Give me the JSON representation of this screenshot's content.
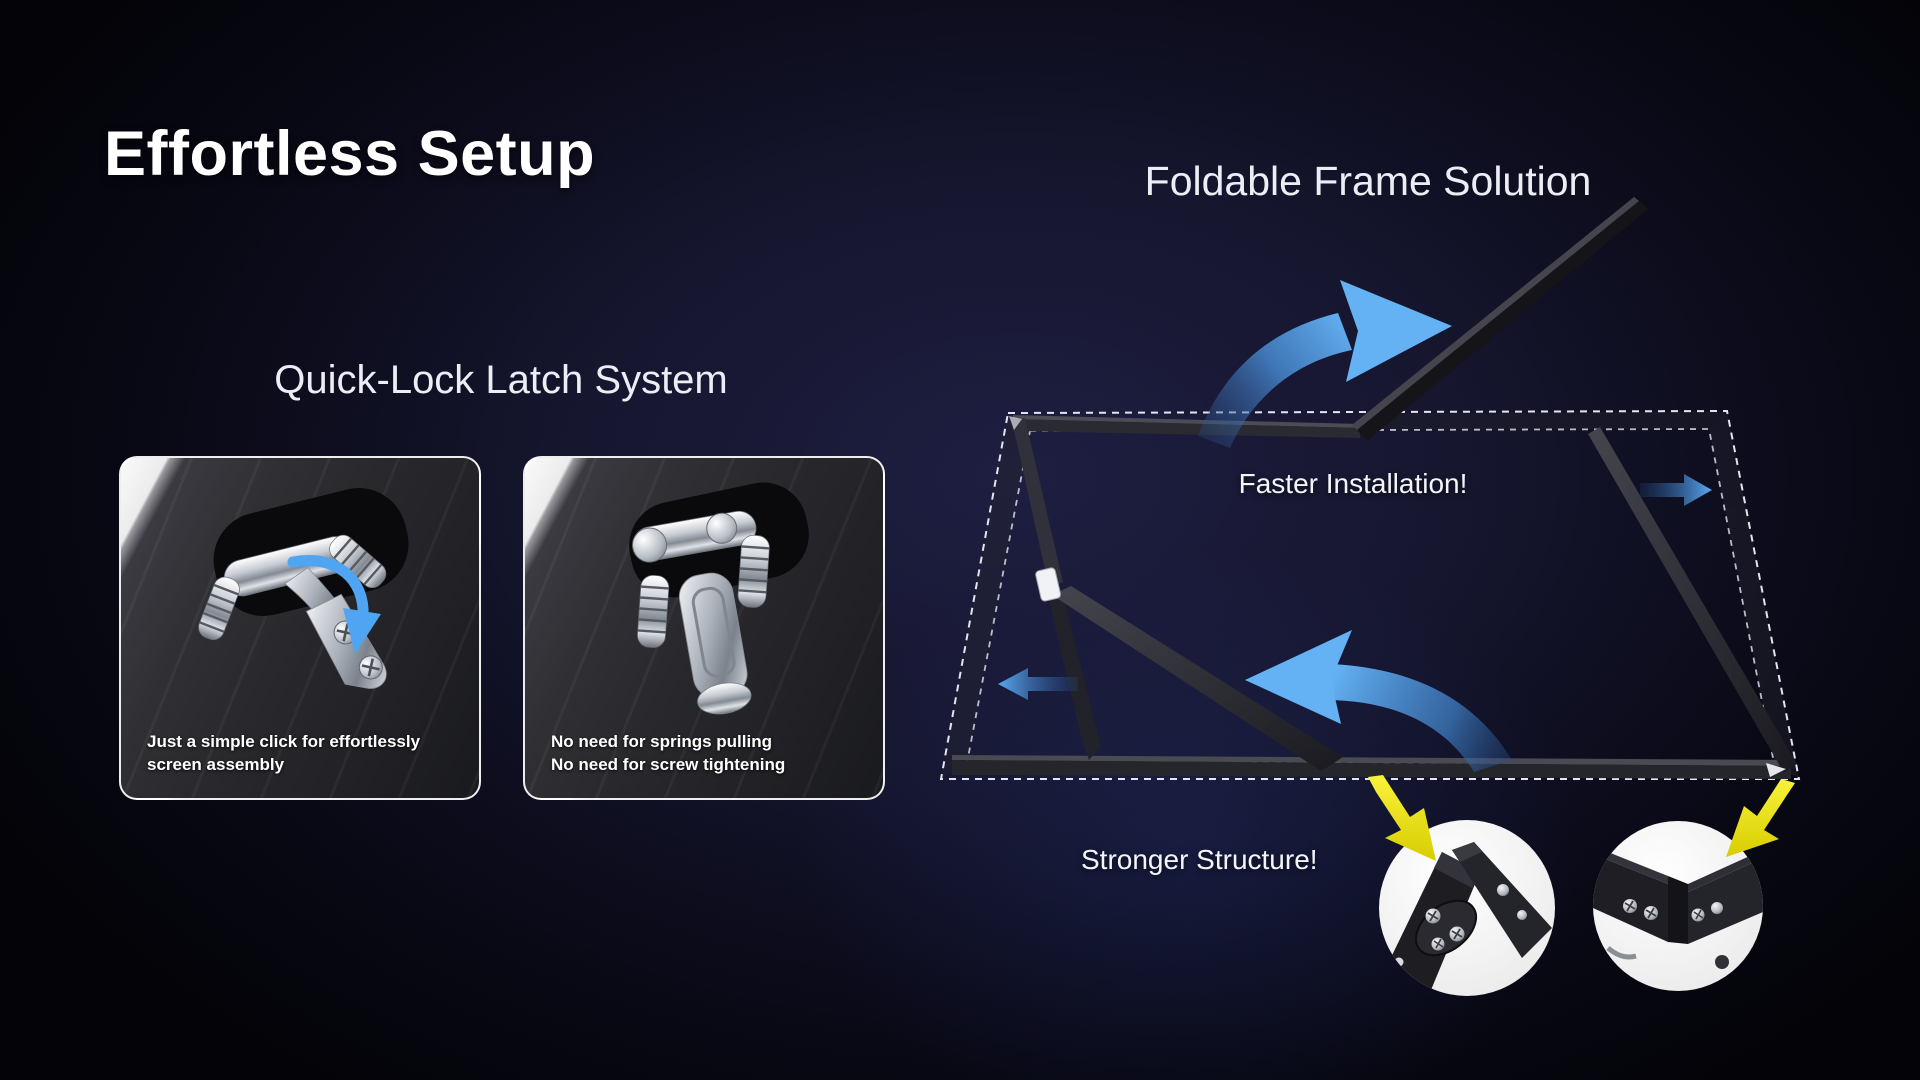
{
  "titles": {
    "main": "Effortless Setup"
  },
  "latch_section": {
    "heading": "Quick-Lock Latch System",
    "cards": [
      {
        "id": "latch-open",
        "caption_lines": [
          "Just a simple click for effortlessly",
          "screen assembly"
        ]
      },
      {
        "id": "latch-closed",
        "caption_lines": [
          "No need for springs pulling",
          "No need for screw tightening"
        ]
      }
    ]
  },
  "frame_section": {
    "heading": "Foldable Frame Solution",
    "faster_label": "Faster Installation!",
    "stronger_label": "Stronger Structure!"
  },
  "icons": {
    "curved_arrow_unfold_up": "blue curved arrow showing top bar unfolding up-right",
    "curved_arrow_unfold_left": "blue curved arrow showing diagonal bar swinging left",
    "small_arrow_left": "blue arrow pointing left to dashed frame edge",
    "small_arrow_right": "blue arrow pointing right to dashed frame edge",
    "yellow_arrow_left": "yellow callout arrow to left corner-joint photo",
    "yellow_arrow_right": "yellow callout arrow to right corner-joint photo",
    "click_arrow": "blue curved arrow showing latch click motion"
  },
  "colors": {
    "accent_blue": "#5aa9f2",
    "accent_yellow": "#f2e71c",
    "background_navy": "#1e1e42",
    "card_border": "#ffffff",
    "frame_bar_dark": "#1c1c22",
    "dashed_outline": "#e4e5ee",
    "text": "#ffffff"
  }
}
